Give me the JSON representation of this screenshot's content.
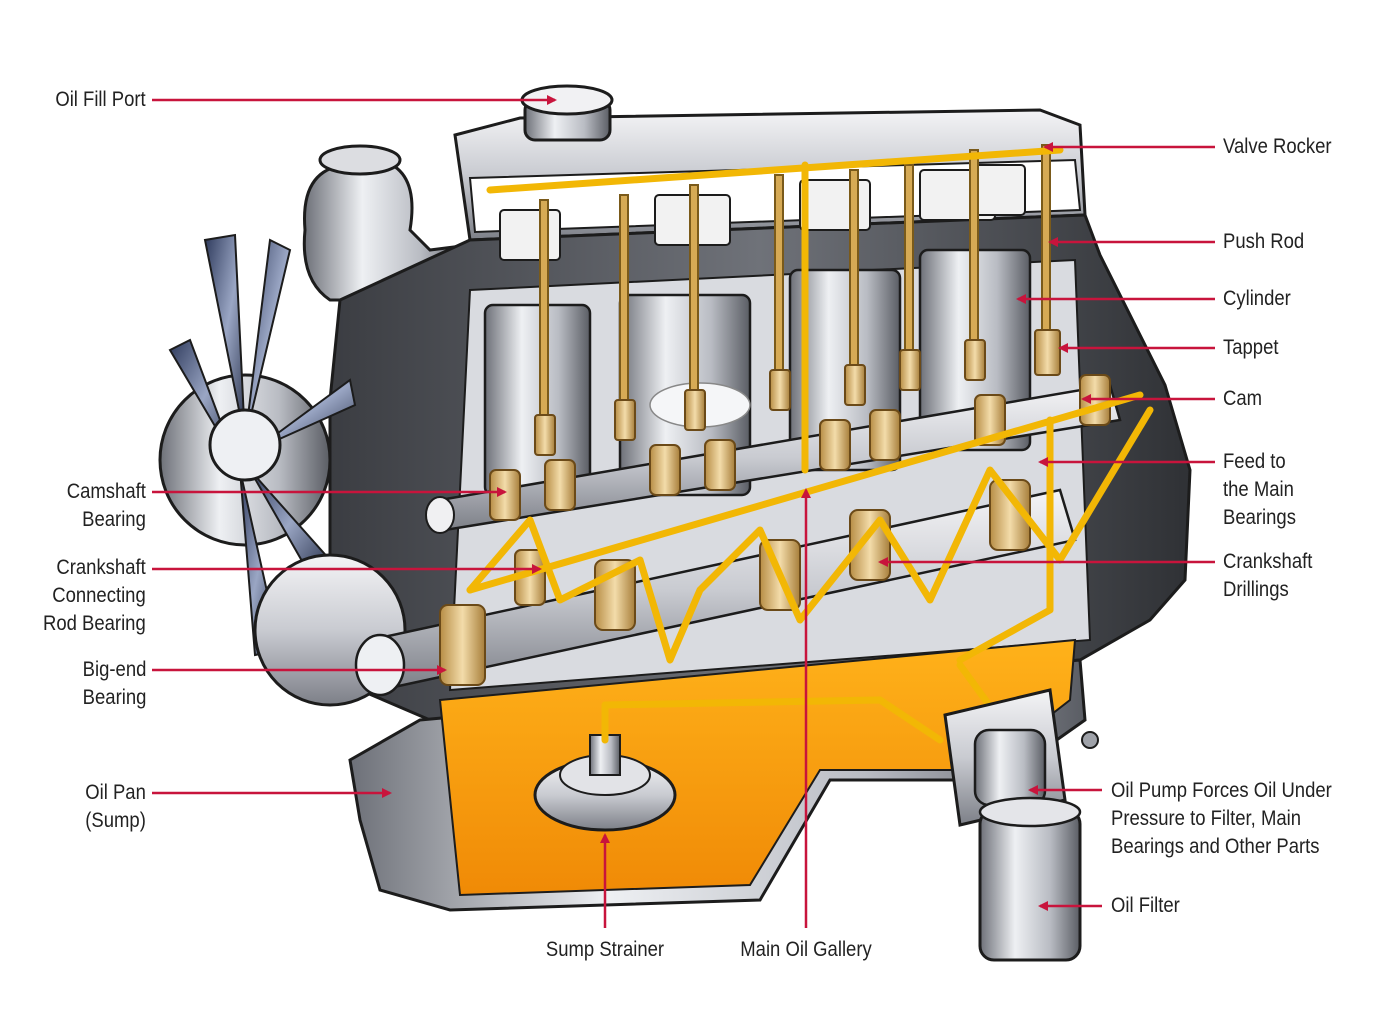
{
  "colors": {
    "leader": "#c8143c",
    "oil_yellow": "#f2b705",
    "oil_orange": "#f29a10",
    "metal_light": "#e9e9ec",
    "metal_mid": "#b7b9c0",
    "metal_dark": "#55585f",
    "bearing": "#e6c486",
    "outline": "#1c1c1c"
  },
  "labels": {
    "oil_fill_port": "Oil Fill Port",
    "valve_rocker": "Valve Rocker",
    "push_rod": "Push Rod",
    "cylinder": "Cylinder",
    "tappet": "Tappet",
    "cam": "Cam",
    "feed_main_bearings": "Feed to\nthe Main\nBearings",
    "crankshaft_drillings": "Crankshaft\nDrillings",
    "camshaft_bearing": "Camshaft\nBearing",
    "crankshaft_connecting_rod_bearing": "Crankshaft\nConnecting\nRod Bearing",
    "big_end_bearing": "Big-end\nBearing",
    "oil_pan": "Oil Pan\n(Sump)",
    "oil_pump": "Oil Pump Forces Oil Under\nPressure to Filter, Main\nBearings and Other Parts",
    "oil_filter": "Oil Filter",
    "sump_strainer": "Sump Strainer",
    "main_oil_gallery": "Main Oil Gallery"
  }
}
